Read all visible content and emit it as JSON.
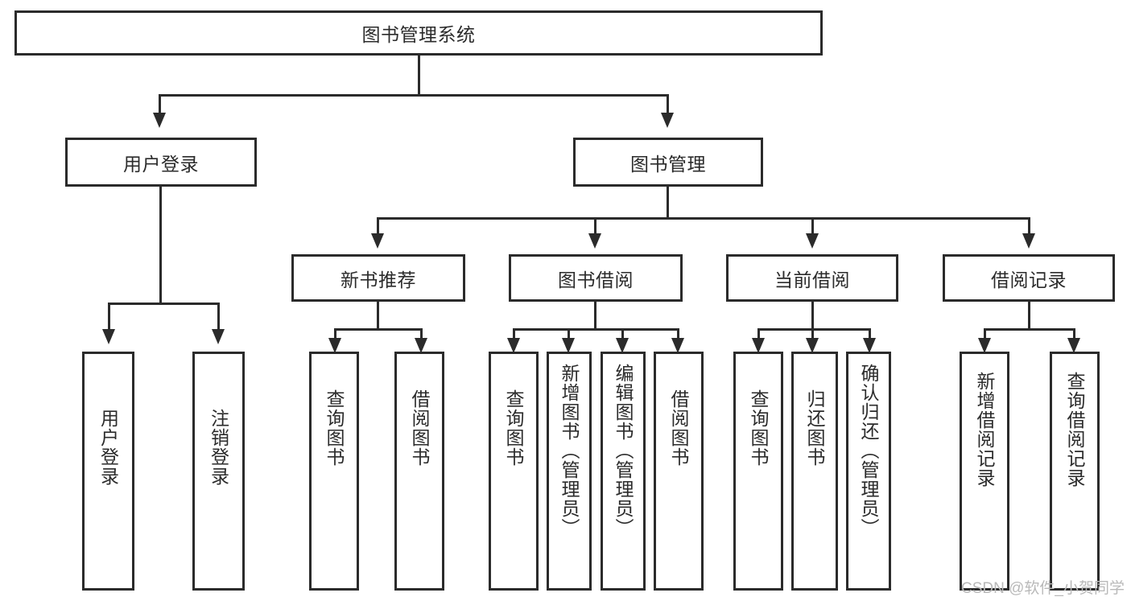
{
  "diagram": {
    "type": "tree-hierarchy-chart",
    "title": "图书管理系统",
    "root": {
      "label": "图书管理系统"
    },
    "level2": [
      {
        "label": "用户登录"
      },
      {
        "label": "图书管理"
      }
    ],
    "level3": [
      {
        "label": "新书推荐"
      },
      {
        "label": "图书借阅"
      },
      {
        "label": "当前借阅"
      },
      {
        "label": "借阅记录"
      }
    ],
    "leaves_user_login": [
      {
        "label": "用户登录"
      },
      {
        "label": "注销登录"
      }
    ],
    "leaves_new_book": [
      {
        "label": "查询图书"
      },
      {
        "label": "借阅图书"
      }
    ],
    "leaves_borrow": [
      {
        "label": "查询图书"
      },
      {
        "label": "新增图书（管理员）"
      },
      {
        "label": "编辑图书（管理员）"
      },
      {
        "label": "借阅图书"
      }
    ],
    "leaves_current": [
      {
        "label": "查询图书"
      },
      {
        "label": "归还图书"
      },
      {
        "label": "确认归还（管理员）"
      }
    ],
    "leaves_records": [
      {
        "label": "新增借阅记录"
      },
      {
        "label": "查询借阅记录"
      }
    ]
  },
  "watermark": {
    "text": "CSDN @软件_小贺同学"
  },
  "colors": {
    "stroke": "#2b2b2b",
    "fill": "#ffffff",
    "text": "#2b2b2b",
    "watermark": "#b9b9b9"
  }
}
